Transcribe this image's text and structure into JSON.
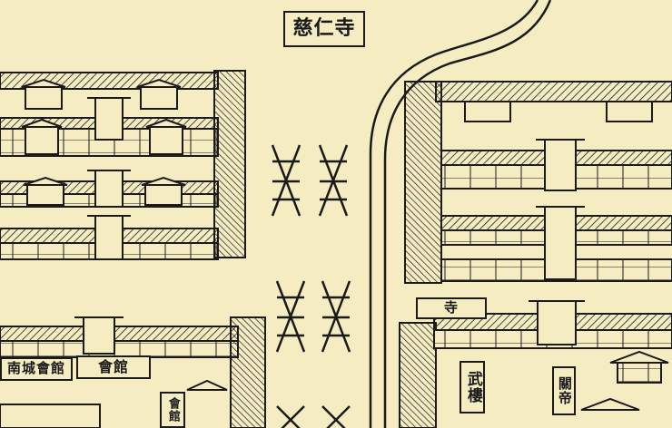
{
  "labels": {
    "top_place": "慈仁寺",
    "hall_a": "會館",
    "hall_b": "南城會館",
    "temple_center": "武樓",
    "right_temple": "關帝",
    "right_top": "寺",
    "lower_left_small": "會館"
  },
  "colors": {
    "paper": "#f5ecc2",
    "ink": "#1a1a1a"
  }
}
